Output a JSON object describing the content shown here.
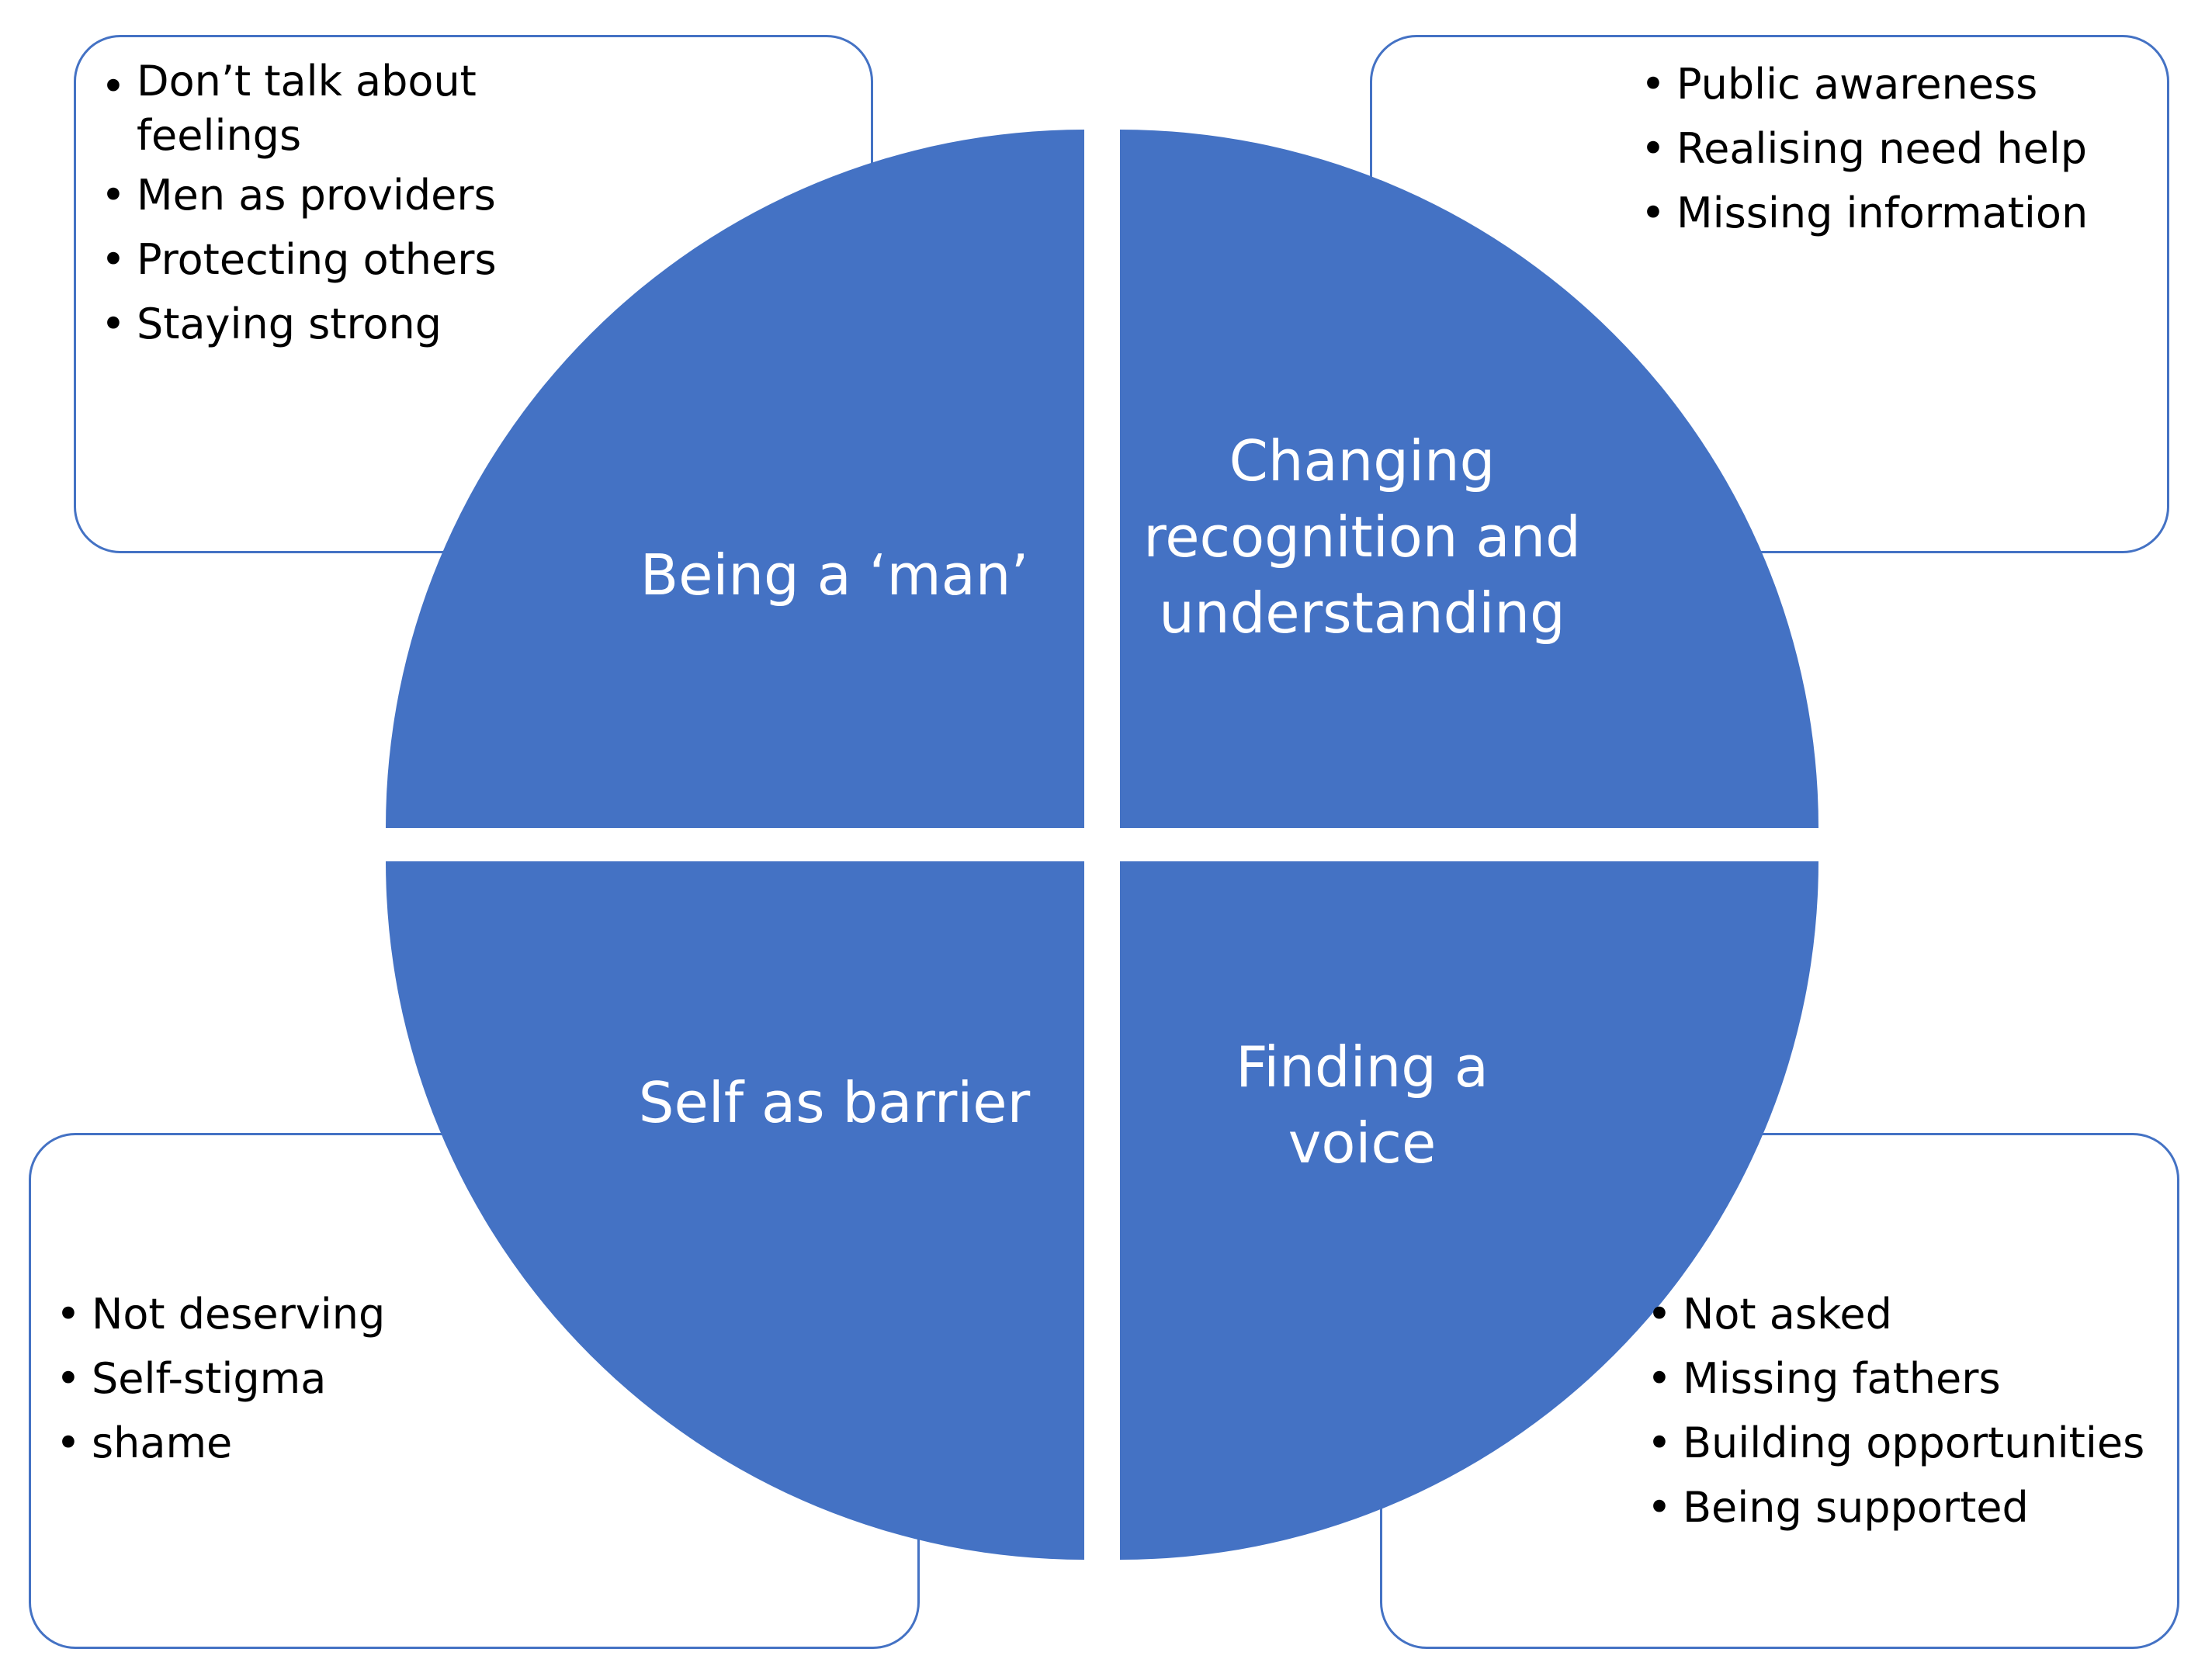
{
  "colors": {
    "quadrant_fill": "#4472c4",
    "box_border": "#4472c4",
    "label_text": "#ffffff",
    "list_text": "#000000"
  },
  "quadrants": {
    "top_left": {
      "title": "Being a ‘man’"
    },
    "top_right": {
      "title": "Changing recognition and understanding"
    },
    "bottom_left": {
      "title": "Self as barrier"
    },
    "bottom_right": {
      "title": "Finding a voice"
    }
  },
  "boxes": {
    "top_left": {
      "items": [
        "Don’t talk about feelings",
        "Men as providers",
        "Protecting others",
        "Staying strong"
      ]
    },
    "top_right": {
      "items": [
        "Public awareness",
        "Realising need help",
        "Missing information"
      ]
    },
    "bottom_left": {
      "items": [
        "Not deserving",
        "Self-stigma",
        "shame"
      ]
    },
    "bottom_right": {
      "items": [
        "Not asked",
        "Missing fathers",
        "Building opportunities",
        "Being supported"
      ]
    }
  }
}
